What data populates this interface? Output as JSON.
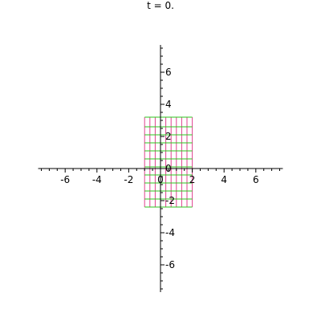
{
  "chart_data": {
    "type": "line",
    "title": "t = 0.",
    "xlim": [
      -7.7,
      7.7
    ],
    "ylim": [
      -7.7,
      7.7
    ],
    "x_ticks": [
      -6,
      -4,
      -2,
      0,
      2,
      4,
      6
    ],
    "y_ticks": [
      -6,
      -4,
      -2,
      0,
      2,
      4,
      6
    ],
    "x_tick_labels": [
      "-6",
      "-4",
      "-2",
      "0",
      "2",
      "4",
      "6"
    ],
    "y_tick_labels": [
      "-6",
      "-4",
      "-2",
      "0",
      "2",
      "4",
      "6"
    ],
    "grid_region": {
      "x": [
        -1,
        2
      ],
      "y": [
        -2.4,
        3.2
      ]
    },
    "vertical_lines_x": [
      -1,
      -0.6667,
      -0.3333,
      0,
      0.3333,
      0.6667,
      1,
      1.3333,
      1.6667,
      2
    ],
    "horizontal_lines_y": [
      -2.4,
      -1.9,
      -1.4,
      -0.9,
      -0.4,
      0.1,
      0.6,
      1.1,
      1.6,
      2.1,
      2.6,
      3.2
    ],
    "colors": {
      "vertical": "#e0408f",
      "horizontal": "#2ec41d",
      "axis": "#000000"
    },
    "grid": false,
    "legend": "none"
  }
}
